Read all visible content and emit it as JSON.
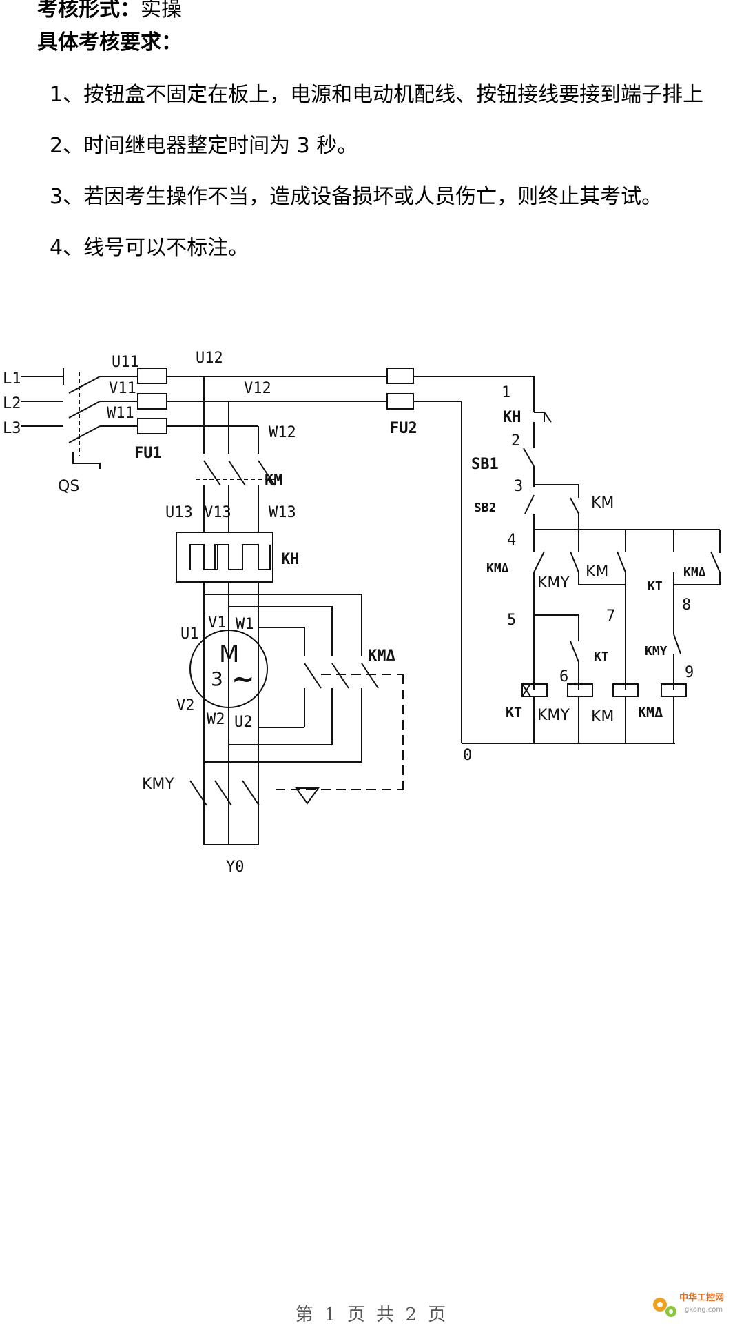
{
  "header": {
    "assessment_form_label": "考核形式：",
    "assessment_form_value": "实操",
    "requirements_title": "具体考核要求："
  },
  "requirements": [
    "1、按钮盒不固定在板上，电源和电动机配线、按钮接线要接到端子排上",
    "2、时间继电器整定时间为 3 秒。",
    "3、若因考生操作不当，造成设备损坏或人员伤亡，则终止其考试。",
    "4、线号可以不标注。"
  ],
  "diagram": {
    "phases": [
      "L1",
      "L2",
      "L3"
    ],
    "switch": "QS",
    "fuse1": "FU1",
    "fuse2": "FU2",
    "wires_a": [
      "U11",
      "V11",
      "W11"
    ],
    "wires_b": [
      "U12",
      "V12",
      "W12"
    ],
    "wires_c": [
      "U13",
      "V13",
      "W13"
    ],
    "contactor": "KM",
    "relay": "KH",
    "motor_m": "M",
    "motor_3": "3",
    "motor_tilde": "~",
    "motor_term_top": [
      "U1",
      "V1",
      "W1"
    ],
    "motor_term_bottom": [
      "V2",
      "W2",
      "U2"
    ],
    "delta_contactor": "KMΔ",
    "star_contactor": "KMY",
    "star_point": "Y0",
    "ctrl_kh": "KH",
    "ctrl_sb1": "SB1",
    "ctrl_sb2": "SB2",
    "ctrl_km": "KM",
    "ctrl_kmd": "KMΔ",
    "ctrl_kmy": "KMY",
    "ctrl_kt": "KT",
    "node_numbers": [
      "1",
      "2",
      "3",
      "4",
      "5",
      "6",
      "7",
      "8",
      "9",
      "0"
    ],
    "coil_labels": [
      "KT",
      "KMY",
      "KM",
      "KMΔ"
    ]
  },
  "footer": {
    "page_text": "第 1 页 共 2 页"
  },
  "watermark": {
    "name": "中华工控网",
    "domain": "gkong.com"
  }
}
